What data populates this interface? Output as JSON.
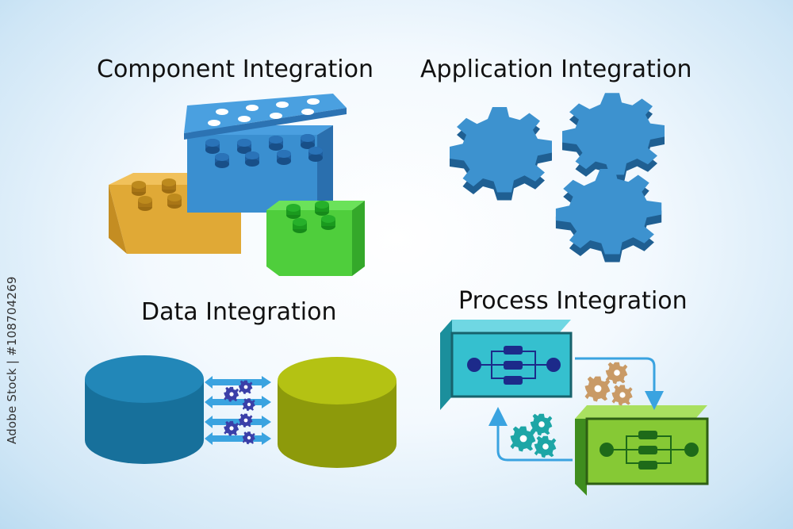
{
  "titles": {
    "component": "Component Integration",
    "application": "Application Integration",
    "data": "Data Integration",
    "process": "Process Integration"
  },
  "stock_id": "Adobe Stock | #108704269",
  "colors": {
    "blue_block": "#3a8fd0",
    "orange_block": "#e0a936",
    "green_block": "#4fce3c",
    "gear_blue": "#3d92cf",
    "cylinder_blue": "#2287b8",
    "cylinder_olive": "#b4c213",
    "process_cyan": "#35c0cf",
    "process_green": "#86c935",
    "arrow_blue": "#3aa3e0"
  }
}
